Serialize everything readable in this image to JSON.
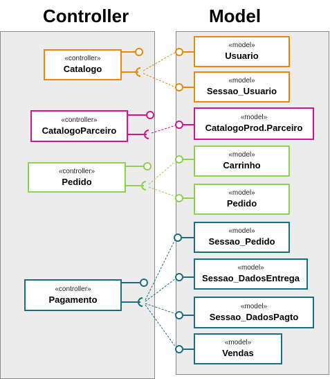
{
  "headers": {
    "controller": "Controller",
    "model": "Model"
  },
  "colors": {
    "orange": "#e8890c",
    "magenta": "#d4148c",
    "green": "#8fd14f",
    "teal": "#1a6e7e"
  },
  "controllers": [
    {
      "stereotype": "«controller»",
      "name": "Catalogo",
      "color": "orange"
    },
    {
      "stereotype": "«controller»",
      "name": "CatalogoParceiro",
      "color": "magenta"
    },
    {
      "stereotype": "«controller»",
      "name": "Pedido",
      "color": "green"
    },
    {
      "stereotype": "«controller»",
      "name": "Pagamento",
      "color": "teal"
    }
  ],
  "models": [
    {
      "stereotype": "«model»",
      "name": "Usuario",
      "color": "orange"
    },
    {
      "stereotype": "«model»",
      "name": "Sessao_Usuario",
      "color": "orange"
    },
    {
      "stereotype": "«model»",
      "name": "CatalogoProd.Parceiro",
      "color": "magenta"
    },
    {
      "stereotype": "«model»",
      "name": "Carrinho",
      "color": "green"
    },
    {
      "stereotype": "«model»",
      "name": "Pedido",
      "color": "green"
    },
    {
      "stereotype": "«model»",
      "name": "Sessao_Pedido",
      "color": "teal"
    },
    {
      "stereotype": "«model»",
      "name": "Sessao_DadosEntrega",
      "color": "teal"
    },
    {
      "stereotype": "«model»",
      "name": "Sessao_DadosPagto",
      "color": "teal"
    },
    {
      "stereotype": "«model»",
      "name": "Vendas",
      "color": "teal"
    }
  ]
}
